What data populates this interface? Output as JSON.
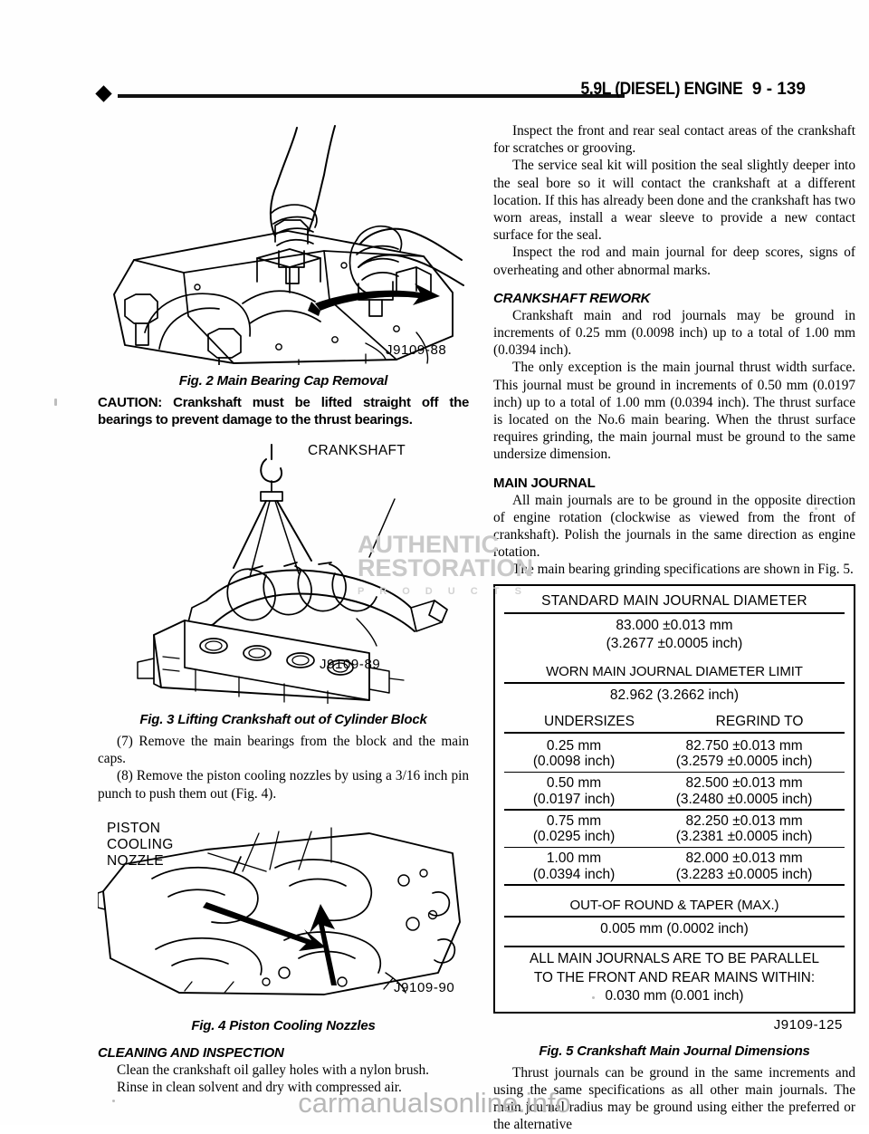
{
  "header": {
    "title": "5.9L (DIESEL) ENGINE",
    "page_number": "9 - 139",
    "diamond_icon": "diamond-bullet-icon"
  },
  "left_column": {
    "fig2": {
      "part_number": "J9109-88",
      "caption": "Fig. 2 Main Bearing Cap Removal"
    },
    "caution": "CAUTION: Crankshaft must be lifted straight off the bearings to prevent damage to the thrust bearings.",
    "fig3": {
      "label_crankshaft": "CRANKSHAFT",
      "part_number": "J9109-89",
      "caption": "Fig. 3 Lifting Crankshaft out of Cylinder Block"
    },
    "step7": "(7) Remove the main bearings from the block and the main caps.",
    "step8": "(8) Remove the piston cooling nozzles by using a 3/16 inch pin punch to push them out (Fig. 4).",
    "fig4": {
      "label_line1": "PISTON",
      "label_line2": "COOLING",
      "label_line3": "NOZZLE",
      "part_number": "J9109-90",
      "caption": "Fig. 4 Piston Cooling Nozzles"
    },
    "cleaning_heading": "CLEANING AND INSPECTION",
    "cleaning_p1": "Clean the crankshaft oil galley holes with a nylon brush.",
    "cleaning_p2": "Rinse in clean solvent and dry with compressed air."
  },
  "right_column": {
    "p1": "Inspect the front and rear seal contact areas of the crankshaft for scratches or grooving.",
    "p2": "The service seal kit will position the seal slightly deeper into the seal bore so it will contact the crankshaft at a different location. If this has already been done and the crankshaft has two worn areas, install a wear sleeve to provide a new contact surface for the seal.",
    "p3": "Inspect the rod and main journal for deep scores, signs of overheating and other abnormal marks.",
    "rework_heading": "CRANKSHAFT REWORK",
    "rework_p1": "Crankshaft main and rod journals may be ground in increments of 0.25 mm (0.0098 inch) up to a total of 1.00 mm (0.0394 inch).",
    "rework_p2": "The only exception is the main journal thrust width surface. This journal must be ground in increments of 0.50 mm (0.0197 inch) up to a total of 1.00 mm (0.0394 inch). The thrust surface is located on the No.6 main bearing. When the thrust surface requires grinding, the main journal must be ground to the same undersize dimension.",
    "journal_heading": "MAIN JOURNAL",
    "journal_p1": "All main journals are to be ground in the opposite direction of engine rotation (clockwise as viewed from the front of crankshaft). Polish the journals in the same direction as engine rotation.",
    "journal_p2": "The main bearing grinding specifications are shown in Fig. 5.",
    "fig5": {
      "part_number": "J9109-125",
      "caption": "Fig. 5 Crankshaft Main Journal Dimensions"
    },
    "closing_p": "Thrust journals can be ground in the same increments and using the same specifications as all other main journals. The main journal radius may be ground using either the preferred or the alternative"
  },
  "spec_table": {
    "standard_heading": "STANDARD MAIN JOURNAL DIAMETER",
    "standard_mm": "83.000 ±0.013 mm",
    "standard_inch": "(3.2677 ±0.0005 inch)",
    "worn_heading": "WORN MAIN JOURNAL DIAMETER LIMIT",
    "worn_value": "82.962 (3.2662 inch)",
    "col_head_1": "UNDERSIZES",
    "col_head_2": "REGRIND TO",
    "rows": [
      {
        "undersize_mm": "0.25 mm",
        "undersize_inch": "(0.0098 inch)",
        "regrind_mm": "82.750 ±0.013 mm",
        "regrind_inch": "(3.2579 ±0.0005 inch)"
      },
      {
        "undersize_mm": "0.50 mm",
        "undersize_inch": "(0.0197 inch)",
        "regrind_mm": "82.500 ±0.013 mm",
        "regrind_inch": "(3.2480 ±0.0005 inch)"
      },
      {
        "undersize_mm": "0.75 mm",
        "undersize_inch": "(0.0295 inch)",
        "regrind_mm": "82.250 ±0.013 mm",
        "regrind_inch": "(3.2381 ±0.0005 inch)"
      },
      {
        "undersize_mm": "1.00 mm",
        "undersize_inch": "(0.0394 inch)",
        "regrind_mm": "82.000 ±0.013 mm",
        "regrind_inch": "(3.2283 ±0.0005 inch)"
      }
    ],
    "oor_heading": "OUT-OF ROUND & TAPER (MAX.)",
    "oor_value": "0.005 mm (0.0002 inch)",
    "parallel_line1": "ALL MAIN JOURNALS ARE TO BE PARALLEL",
    "parallel_line2": "TO THE FRONT AND REAR MAINS WITHIN:",
    "parallel_line3": "0.030 mm (0.001 inch)"
  },
  "watermarks": {
    "authentic_line1": "AUTHENTIC",
    "authentic_line2": "RESTORATION",
    "authentic_line3": "P R O D U C T S",
    "site": "carmanualsonline.info"
  }
}
